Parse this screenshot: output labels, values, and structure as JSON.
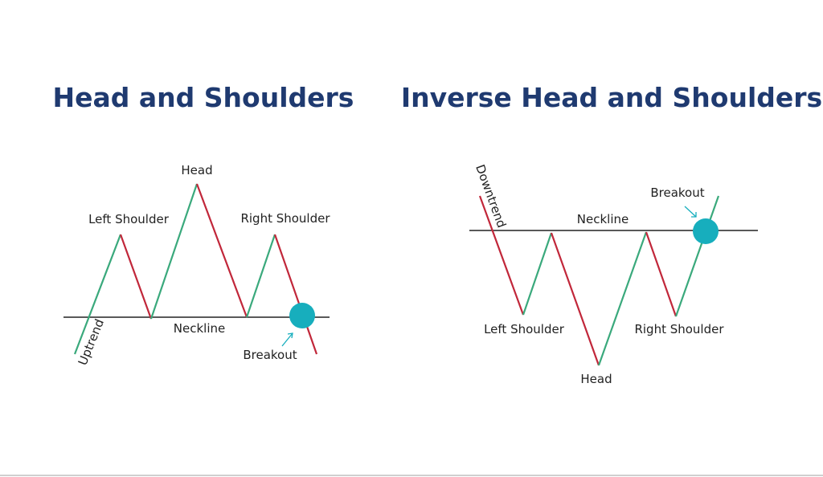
{
  "colors": {
    "title": "#1f3a70",
    "up": "#3aa97c",
    "down": "#c1273a",
    "breakout": "#17aebd",
    "neckline": "#222222"
  },
  "left_panel": {
    "title": "Head and Shoulders",
    "labels": {
      "head": "Head",
      "left_shoulder": "Left Shoulder",
      "right_shoulder": "Right Shoulder",
      "neckline": "Neckline",
      "breakout": "Breakout",
      "trend": "Uptrend"
    }
  },
  "right_panel": {
    "title": "Inverse Head and Shoulders",
    "labels": {
      "head": "Head",
      "left_shoulder": "Left Shoulder",
      "right_shoulder": "Right Shoulder",
      "neckline": "Neckline",
      "breakout": "Breakout",
      "trend": "Downtrend"
    }
  }
}
